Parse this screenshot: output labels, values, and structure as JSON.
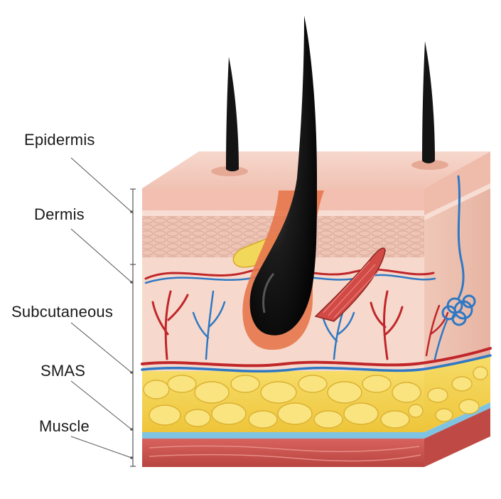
{
  "labels": {
    "epidermis": "Epidermis",
    "dermis": "Dermis",
    "subcutaneous": "Subcutaneous",
    "smas": "SMAS",
    "muscle": "Muscle"
  },
  "colors": {
    "epidermis": "#f2c4b8",
    "dermis": "#f6d7c9",
    "collagen": "#e8b7a8",
    "fat": "#f3d350",
    "fat_cell": "#f8e27a",
    "smas": "#8ccbe6",
    "muscle": "#c9504e",
    "artery": "#c0262a",
    "vein": "#2f78c4",
    "hair": "#141414",
    "sebaceous_gland": "#f2d85a"
  }
}
